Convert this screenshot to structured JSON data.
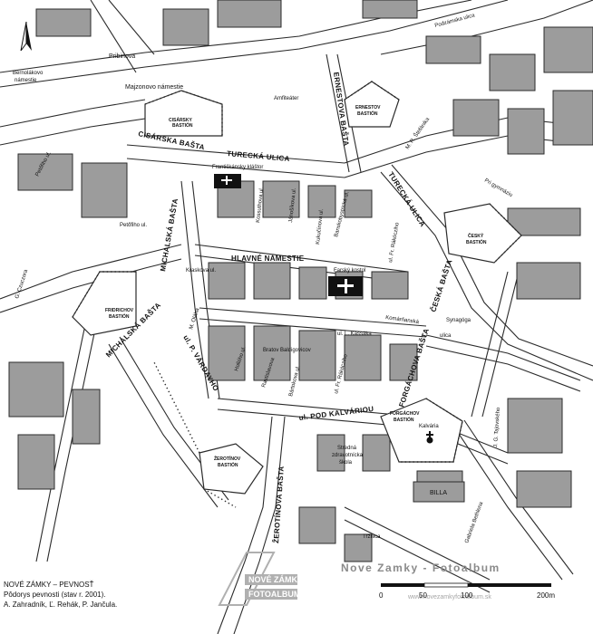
{
  "legend": {
    "title": "NOVÉ ZÁMKY – PEVNOSŤ",
    "subtitle": "Pôdorys pevnosti (stav r. 2001).",
    "authors": "A. Zahradník, Ľ. Rehák, P. Jančula."
  },
  "watermark": {
    "text": "Nove Zamky - Fotoalbum",
    "url": "www.novezamkyfotoalbum.sk",
    "logo_text_top": "NOVÉ ZÁMKY",
    "logo_text_bottom": "FOTOALBUM"
  },
  "scale": {
    "ticks": [
      "0",
      "50",
      "100",
      "200m"
    ]
  },
  "streets": {
    "cisarska_basta": "CISÁRSKA BAŠTA",
    "turecka_ulica_1": "TURECKÁ ULICA",
    "turecka_ulica_2": "TURECKÁ ULICA",
    "ernestova_basta": "ERNESTOVA BAŠTA",
    "michalska_basta_1": "MICHALSKÁ BAŠTA",
    "michalska_basta_2": "MICHALSKÁ BAŠTA",
    "ceska_basta": "ČESKÁ BAŠTA",
    "forgachova_basta": "FORGÁCHOVA BAŠTA",
    "zerotinova_basta": "ŽEROTÍNOVA BAŠTA",
    "pod_kalvariou": "ul. POD KALVÁRIOU",
    "p_vardayho": "ul. P. VÁRDAYHO",
    "hlavne_namestie": "HLAVNÉ NÁMESTIE",
    "pribinova": "Pribinova",
    "majzonovo": "Majzonovo námestie",
    "amfiteater": "Amfiteáter",
    "podzamska": "Podzámska ulica",
    "bernolakovo": "Bernolákovo",
    "bernolakovo2": "námestie",
    "m_r_stefanika": "M. R. Štefánika",
    "pri_gymnaziu": "Pri gymnáziu",
    "petofiho": "Petőfiho ul.",
    "petofiho2": "Petőfiho ul.",
    "g_czuczora": "G. Czuczora",
    "frantiskansky": "Františkánsky kláštor",
    "kossuthova": "Kossuthova ul.",
    "jánošíkova": "Jánošíkova ul.",
    "kukucinova": "Kukučínova ul.",
    "banskobystricka": "Banskobystrická ul.",
    "rakocziho": "ul. Fr. Rákócziho",
    "kraskova": "Kraskova ul.",
    "farsky_kostol": "Farský kostol",
    "komarnianska": "Komárňanská",
    "synagoga": "Synagóga",
    "ulica": "ulica",
    "m_olaha": "M. Oláha",
    "l_kassaka": "ul. L. Kassáka",
    "bratov": "Bratov Baldigovicov",
    "hollého": "Hollého ul.",
    "rastislavova": "Rastislavova",
    "bartokova": "Bártokova ul.",
    "rakocziho2": "ul. Fr. Rákócziho",
    "stredna_skola": "Stredná",
    "stredna_skola2": "zdravotnícka",
    "stredna_skola3": "škola",
    "kalvaria": "Kalvária",
    "billa": "BILLA",
    "trznica": "Tržnica",
    "gabriela_bethlena": "Gabriela Bethlena",
    "tajovskeho": "J. G. Tajovského"
  },
  "bastions": {
    "cisarsky": [
      "CISÁRSKY",
      "BASTIÓN"
    ],
    "ernestov": [
      "ERNESTOV",
      "BASTIÓN"
    ],
    "cesky": [
      "ČESKÝ",
      "BASTIÓN"
    ],
    "fridrichov": [
      "FRIDRICHOV",
      "BASTIÓN"
    ],
    "forgachov": [
      "FORGÁCHOV",
      "BASTIÓN"
    ],
    "zerotinov": [
      "ŽEROTÍNOV",
      "BASTIÓN"
    ]
  },
  "colors": {
    "block_fill": "#9c9c9c",
    "line": "#2b2b2b",
    "background": "#ffffff"
  },
  "icons": {
    "north_arrow": "north-arrow-icon",
    "church": "church-cross-icon",
    "cross": "calvary-cross-icon"
  }
}
